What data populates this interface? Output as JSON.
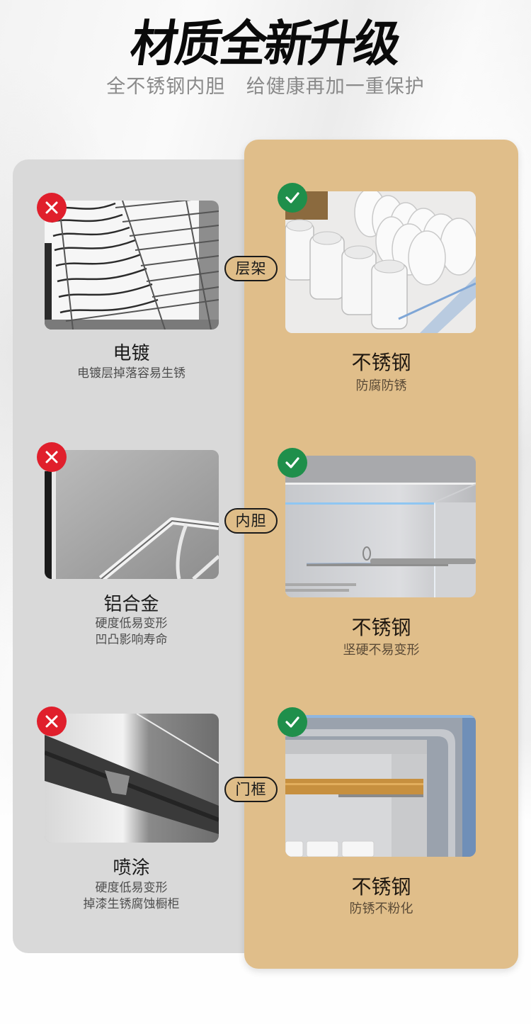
{
  "header": {
    "title": "材质全新升级",
    "subtitle": "全不锈钢内胆 给健康再加一重保护"
  },
  "colors": {
    "bad_badge": "#e01f2c",
    "good_badge": "#1f8f4b",
    "left_panel": "#d9d9d9",
    "right_panel": "#e0be8a"
  },
  "comparison": {
    "rows": [
      {
        "tag": "层架",
        "bad": {
          "icon": "x-icon",
          "title": "电镀",
          "desc": [
            "电镀层掉落容易生锈"
          ],
          "image": "wire-rack-photo"
        },
        "good": {
          "icon": "check-icon",
          "title": "不锈钢",
          "desc": [
            "防腐防锈"
          ],
          "image": "dish-rack-photo"
        }
      },
      {
        "tag": "内胆",
        "bad": {
          "icon": "x-icon",
          "title": "铝合金",
          "desc": [
            "硬度低易变形",
            "凹凸影响寿命"
          ],
          "image": "aluminum-rail-photo"
        },
        "good": {
          "icon": "check-icon",
          "title": "不锈钢",
          "desc": [
            "坚硬不易变形"
          ],
          "image": "steel-interior-photo"
        }
      },
      {
        "tag": "门框",
        "bad": {
          "icon": "x-icon",
          "title": "喷涂",
          "desc": [
            "硬度低易变形",
            "掉漆生锈腐蚀橱柜"
          ],
          "image": "rusty-frame-photo"
        },
        "good": {
          "icon": "check-icon",
          "title": "不锈钢",
          "desc": [
            "防锈不粉化"
          ],
          "image": "steel-door-frame-photo"
        }
      }
    ]
  }
}
